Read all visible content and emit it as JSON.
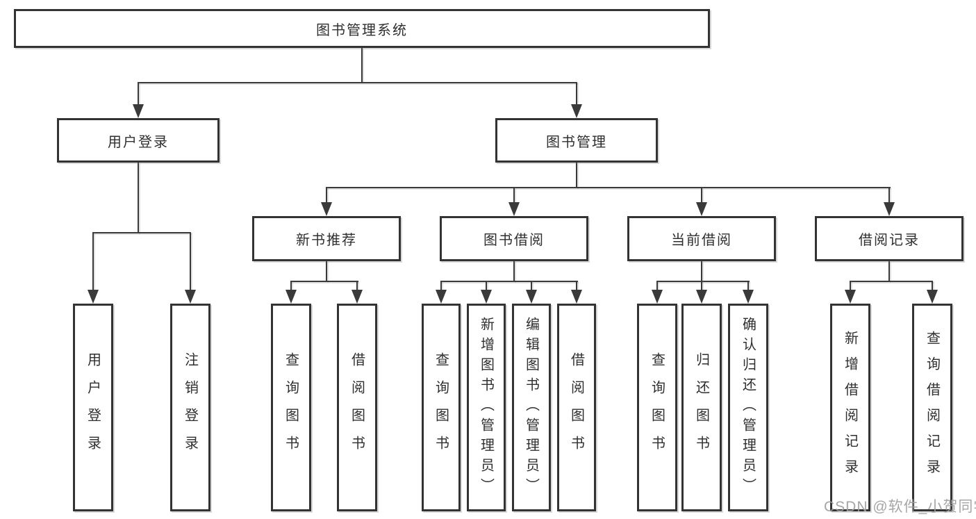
{
  "diagram": {
    "root_label": "图书管理系统",
    "level2": [
      {
        "label": "用户登录",
        "children": [
          "用户登录",
          "注销登录"
        ]
      },
      {
        "label": "图书管理"
      }
    ],
    "level3": [
      {
        "label": "新书推荐",
        "children": [
          "查询图书",
          "借阅图书"
        ]
      },
      {
        "label": "图书借阅",
        "children": [
          "查询图书",
          "新增图书（管理员）",
          "编辑图书（管理员）",
          "借阅图书"
        ]
      },
      {
        "label": "当前借阅",
        "children": [
          "查询图书",
          "归还图书",
          "确认归还（管理员）"
        ]
      },
      {
        "label": "借阅记录",
        "children": [
          "新增借阅记录",
          "查询借阅记录"
        ]
      }
    ],
    "line_color": "#3a3a3a",
    "border_color": "#333333"
  },
  "watermark": "CSDN @软件_小贺同学"
}
